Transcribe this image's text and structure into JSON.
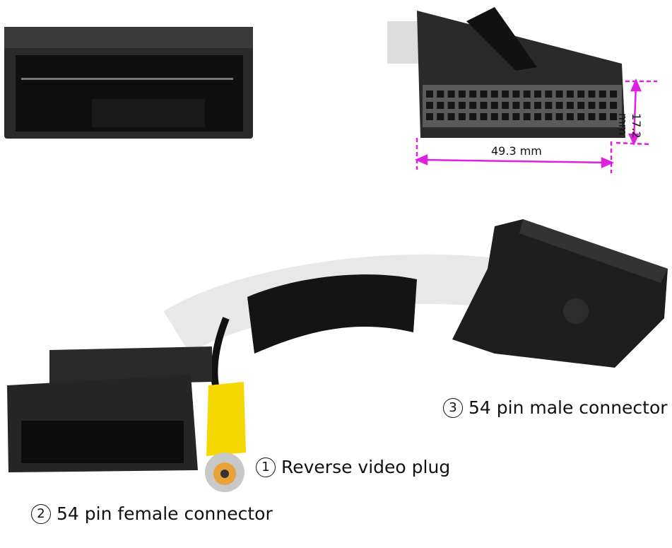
{
  "labels": {
    "reverse_video": {
      "number": "1",
      "text": "Reverse video plug"
    },
    "female_connector": {
      "number": "2",
      "text": "54 pin female connector"
    },
    "male_connector": {
      "number": "3",
      "text": "54 pin male connector"
    }
  },
  "dimensions": {
    "width": "49.3 mm",
    "height": "17.2 mm"
  },
  "colors": {
    "dimension_line": "#e020e0",
    "connector": "#1e1e1e",
    "rca_plug": "#f5d800"
  }
}
